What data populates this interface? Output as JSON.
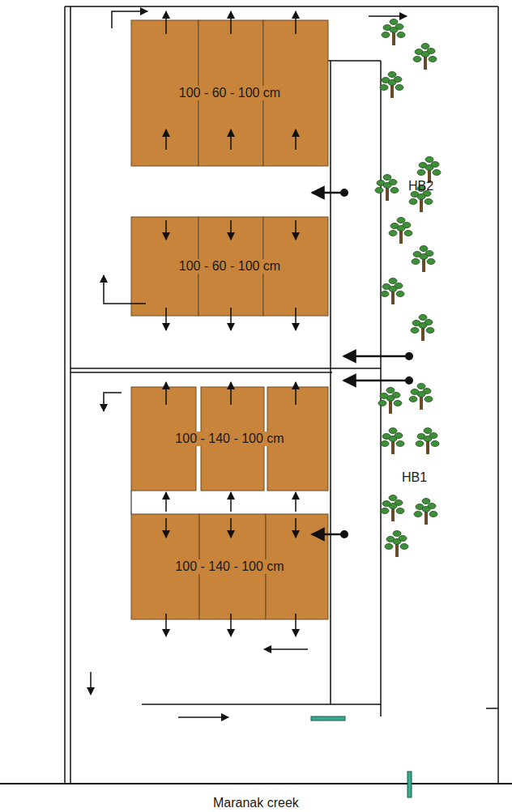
{
  "diagram": {
    "nodes": [
      {
        "text": [
          "100 - 60 - 100 cm"
        ]
      },
      {
        "text": [
          "100 - 60 - 100 cm"
        ]
      },
      {
        "text": [
          "100 - 140 - 100 cm"
        ]
      },
      {
        "text": [
          "100 - 140 - 100 cm"
        ]
      }
    ],
    "labels": [
      "HB2",
      "HB1",
      "Maranak creek"
    ]
  }
}
